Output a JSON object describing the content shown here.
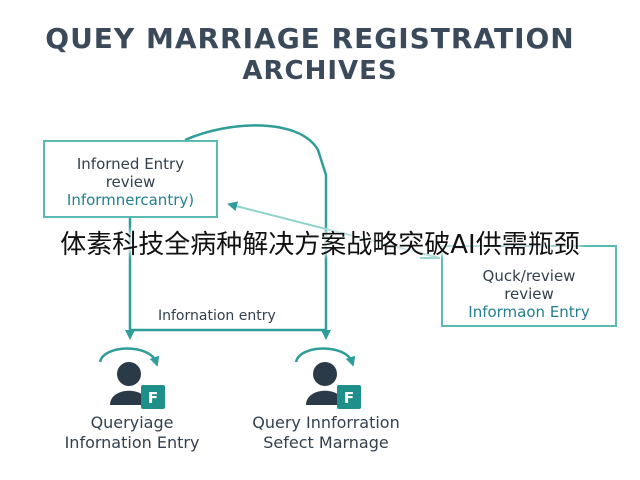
{
  "title": {
    "line1": "QUEY MARRIAGE REGISTRATION",
    "line2": "ARCHIVES"
  },
  "boxes": {
    "left": {
      "line1": "Inforned Entry",
      "line2": "review",
      "line3": "Informnercantry)"
    },
    "right": {
      "line1": "Quck/review",
      "line2": "review",
      "line3": "Informaon Entry"
    }
  },
  "edge_label": "Infornation entry",
  "persons": {
    "left": {
      "badge": "F",
      "line1": "Queryiage",
      "line2": "Infornation Entry"
    },
    "right": {
      "badge": "F",
      "line1": "Query Innforration",
      "line2": "Sefect Marnage"
    }
  },
  "overlay_text": "体素科技全病种解决方案战略突破AI供需瓶颈",
  "colors": {
    "accent": "#2f9e9a",
    "box_border": "#5bbab3",
    "title": "#3b4a5a",
    "person": "#2b3a48",
    "badge": "#1f8f8a"
  }
}
